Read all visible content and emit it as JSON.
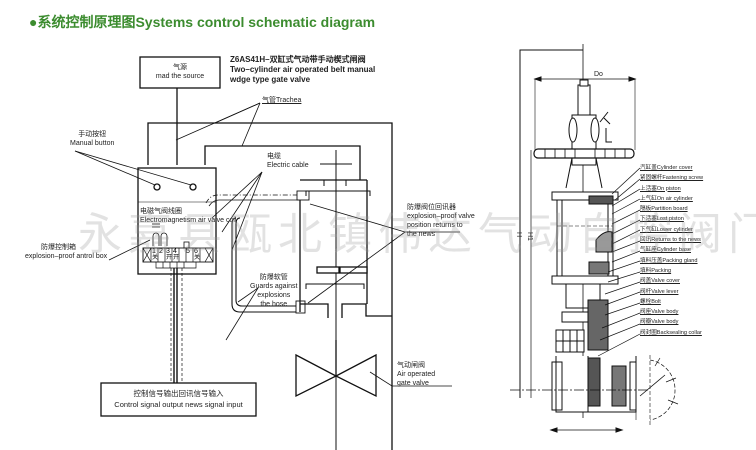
{
  "title": "●系统控制原理图Systems control schematic diagram",
  "colors": {
    "title": "#3c8c2f",
    "line": "#111111",
    "watermark": "#969696"
  },
  "model": {
    "line1": "Z6AS41H–双缸式气动带手动楔式闸阀",
    "line2": "Two–cylinder air operated belt manual",
    "line3": "wdge type gate valve"
  },
  "source": {
    "cn": "气源",
    "en": "mad the source"
  },
  "trachea": "气管Trachea",
  "manual_button": {
    "cn": "手动按钮",
    "en": "Manual button"
  },
  "coil": {
    "cn": "电磁气阀线圈",
    "en": "Electromagnetism air valve coil"
  },
  "control_box": {
    "cn": "防爆控制箱",
    "en": "explosion–proof antrol box"
  },
  "terminals": [
    "1",
    "2",
    "3",
    "4",
    "5",
    "6"
  ],
  "terminal_marks": [
    "关",
    "",
    "开",
    "开",
    "",
    "关"
  ],
  "cable": {
    "cn": "电缆",
    "en": "Electric cable"
  },
  "hose": {
    "cn": "防爆软管",
    "en1": "Guards against",
    "en2": "explosions",
    "en3": "the hose"
  },
  "position": {
    "cn": "防爆阀位回讯器",
    "en1": "explosion–proof valve",
    "en2": "position returns to",
    "en3": "the news"
  },
  "gate_valve": {
    "cn": "气动闸阀",
    "en1": "Air operated",
    "en2": "gate valve"
  },
  "signal": {
    "cn": "控制信号输出回讯信号输入",
    "en": "Control signal output news signal input"
  },
  "dims": {
    "do": "Do",
    "h": "H",
    "h1": "H1"
  },
  "parts": [
    "汽缸盖Cylinder cover",
    "紧固螺杆Fastening screw",
    "上活塞On piston",
    "上气缸On air cylinder",
    "隔板Partition board",
    "下活塞Lost piston",
    "下气缸Lower cylinder",
    "回讯Returns to the news",
    "气缸座Cylinder base",
    "填料压盖Packing gland",
    "填料Packing",
    "阀盖Valve cover",
    "阀杆Valve lever",
    "螺栓Bolt",
    "阀座Valve body",
    "阀瓣Valve body",
    "阀封圈Backsealing collar"
  ],
  "watermark": "永嘉县瓯北镇伟达气动自控阀门"
}
